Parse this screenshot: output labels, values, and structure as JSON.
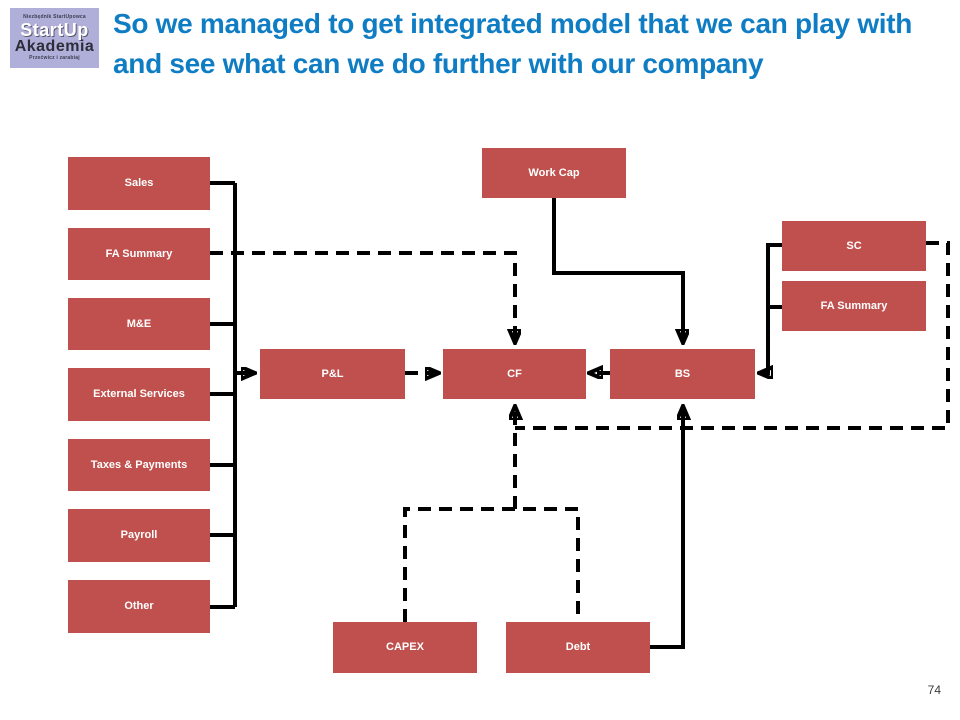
{
  "slide": {
    "title": "So we managed to get integrated model that we can play with and see what can we do further with our company",
    "page_number": "74"
  },
  "logo": {
    "tagline_top": "Niezbędnik StartUpowca",
    "name_line1": "StartUp",
    "name_line2": "Akademia",
    "tagline_bottom": "Przećwicz i zarabiaj"
  },
  "colors": {
    "node_fill": "#c0504d",
    "node_text": "#ffffff",
    "title_text": "#0f7dc4",
    "line": "#000000",
    "logo_bg": "#afafd9"
  },
  "diagram": {
    "nodes": [
      {
        "id": "sales",
        "label": "Sales"
      },
      {
        "id": "fa_summary_left",
        "label": "FA Summary"
      },
      {
        "id": "me",
        "label": "M&E"
      },
      {
        "id": "external_services",
        "label": "External Services"
      },
      {
        "id": "taxes_payments",
        "label": "Taxes & Payments"
      },
      {
        "id": "payroll",
        "label": "Payroll"
      },
      {
        "id": "other",
        "label": "Other"
      },
      {
        "id": "pnl",
        "label": "P&L"
      },
      {
        "id": "cf",
        "label": "CF"
      },
      {
        "id": "bs",
        "label": "BS"
      },
      {
        "id": "work_cap",
        "label": "Work Cap"
      },
      {
        "id": "sc",
        "label": "SC"
      },
      {
        "id": "fa_summary_right",
        "label": "FA Summary"
      },
      {
        "id": "capex",
        "label": "CAPEX"
      },
      {
        "id": "debt",
        "label": "Debt"
      }
    ],
    "edges": [
      {
        "from": "sales",
        "to": "pnl",
        "style": "solid-arrow"
      },
      {
        "from": "me",
        "to": "pnl",
        "style": "solid-arrow"
      },
      {
        "from": "external_services",
        "to": "pnl",
        "style": "solid-arrow"
      },
      {
        "from": "taxes_payments",
        "to": "pnl",
        "style": "solid-arrow"
      },
      {
        "from": "payroll",
        "to": "pnl",
        "style": "solid-arrow"
      },
      {
        "from": "other",
        "to": "pnl",
        "style": "solid-arrow"
      },
      {
        "from": "fa_summary_left",
        "to": "cf",
        "style": "dashed-arrow"
      },
      {
        "from": "pnl",
        "to": "cf",
        "style": "dashed-arrow"
      },
      {
        "from": "bs",
        "to": "cf",
        "style": "dashed-arrow"
      },
      {
        "from": "work_cap",
        "to": "bs",
        "style": "solid-arrow"
      },
      {
        "from": "sc",
        "to": "bs",
        "style": "solid-arrow"
      },
      {
        "from": "fa_summary_right",
        "to": "bs",
        "style": "solid-arrow"
      },
      {
        "from": "debt",
        "to": "bs",
        "style": "solid-arrow"
      },
      {
        "from": "sc",
        "to": "cf",
        "style": "dashed-arrow"
      },
      {
        "from": "capex",
        "to": "cf",
        "style": "dashed-arrow"
      },
      {
        "from": "debt",
        "to": "cf",
        "style": "dashed-arrow"
      }
    ]
  }
}
